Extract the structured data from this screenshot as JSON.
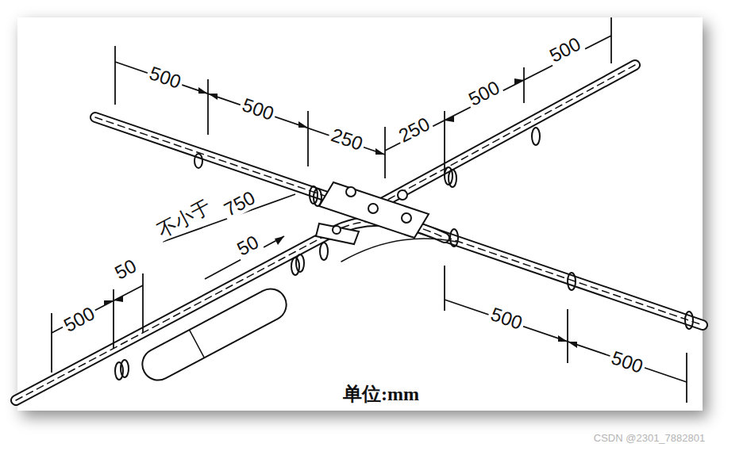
{
  "diagram": {
    "labels": [
      "500",
      "500",
      "250",
      "250",
      "500",
      "500",
      "不小于",
      "750",
      "50",
      "50",
      "500",
      "500",
      "500",
      "单位:mm",
      "CSDN @2301_7882801"
    ]
  }
}
